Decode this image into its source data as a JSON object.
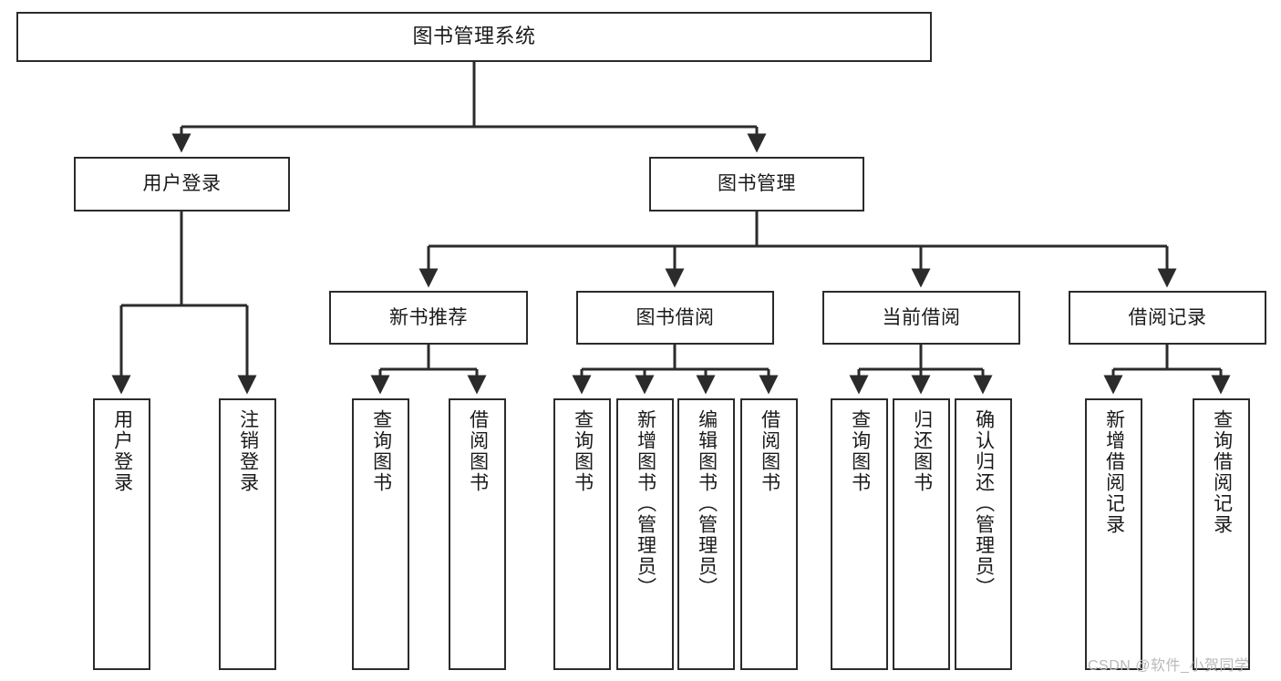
{
  "diagram": {
    "title": "图书管理系统",
    "type": "tree-hierarchy-chart",
    "orientation": "top-down",
    "watermark": "CSDN @软件_小贺同学",
    "colors": {
      "stroke": "#2b2b2b",
      "fill": "#ffffff",
      "text": "#1a1a1a",
      "watermark": "#b9b9b9"
    },
    "levels": {
      "level1": "系统根节点",
      "level2": "主功能模块",
      "level3": "子功能模块",
      "level4": "操作项"
    },
    "nodes": {
      "root": {
        "label": "图书管理系统"
      },
      "user_login": {
        "label": "用户登录"
      },
      "book_manage": {
        "label": "图书管理"
      },
      "new_book_rec": {
        "label": "新书推荐"
      },
      "book_borrow": {
        "label": "图书借阅"
      },
      "current_borrow": {
        "label": "当前借阅"
      },
      "borrow_record": {
        "label": "借阅记录"
      },
      "leaf_user_login": {
        "label": "用户登录"
      },
      "leaf_logout": {
        "label": "注销登录"
      },
      "leaf_query_book_1": {
        "label": "查询图书"
      },
      "leaf_borrow_book_1": {
        "label": "借阅图书"
      },
      "leaf_query_book_2": {
        "label": "查询图书"
      },
      "leaf_add_book": {
        "label": "新增图书（管理员）"
      },
      "leaf_edit_book": {
        "label": "编辑图书（管理员）"
      },
      "leaf_borrow_book_2": {
        "label": "借阅图书"
      },
      "leaf_query_book_3": {
        "label": "查询图书"
      },
      "leaf_return_book": {
        "label": "归还图书"
      },
      "leaf_confirm_return": {
        "label": "确认归还（管理员）"
      },
      "leaf_add_record": {
        "label": "新增借阅记录"
      },
      "leaf_query_record": {
        "label": "查询借阅记录"
      }
    }
  }
}
